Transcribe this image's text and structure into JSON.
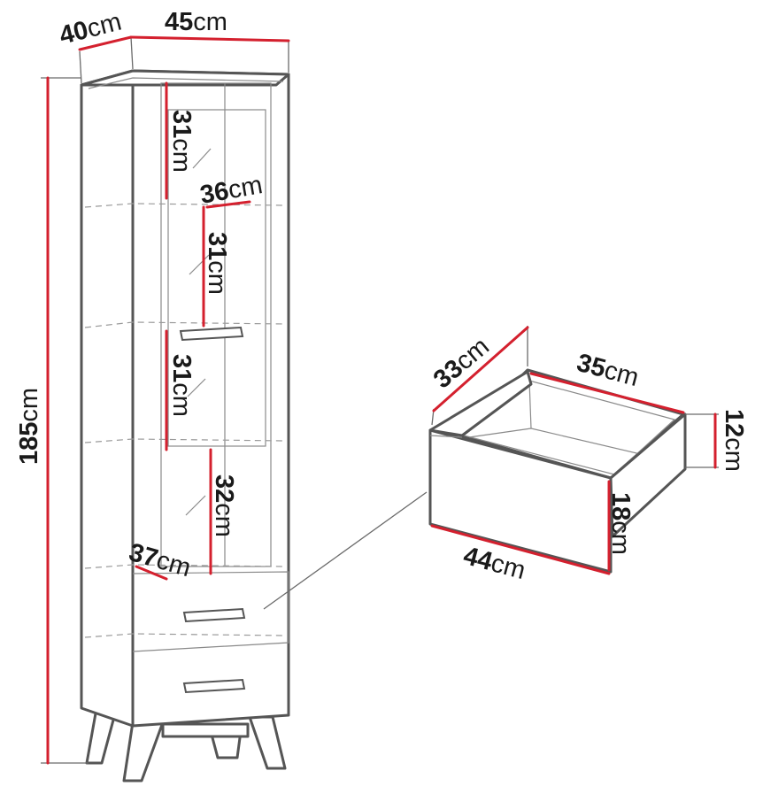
{
  "colors": {
    "dimension_line": "#d4202e",
    "outline": "#555555",
    "text": "#1a1a1a"
  },
  "unit": "cm",
  "cabinet": {
    "depth": "40",
    "width": "45",
    "height": "185",
    "shelf_1": "31",
    "shelf_2": "31",
    "shelf_3": "31",
    "shelf_4": "32",
    "inner_width_top": "36",
    "inner_width_bottom": "37"
  },
  "drawer": {
    "depth": "33",
    "inner_width": "35",
    "inner_height": "12",
    "front_width": "44",
    "front_height": "18"
  }
}
